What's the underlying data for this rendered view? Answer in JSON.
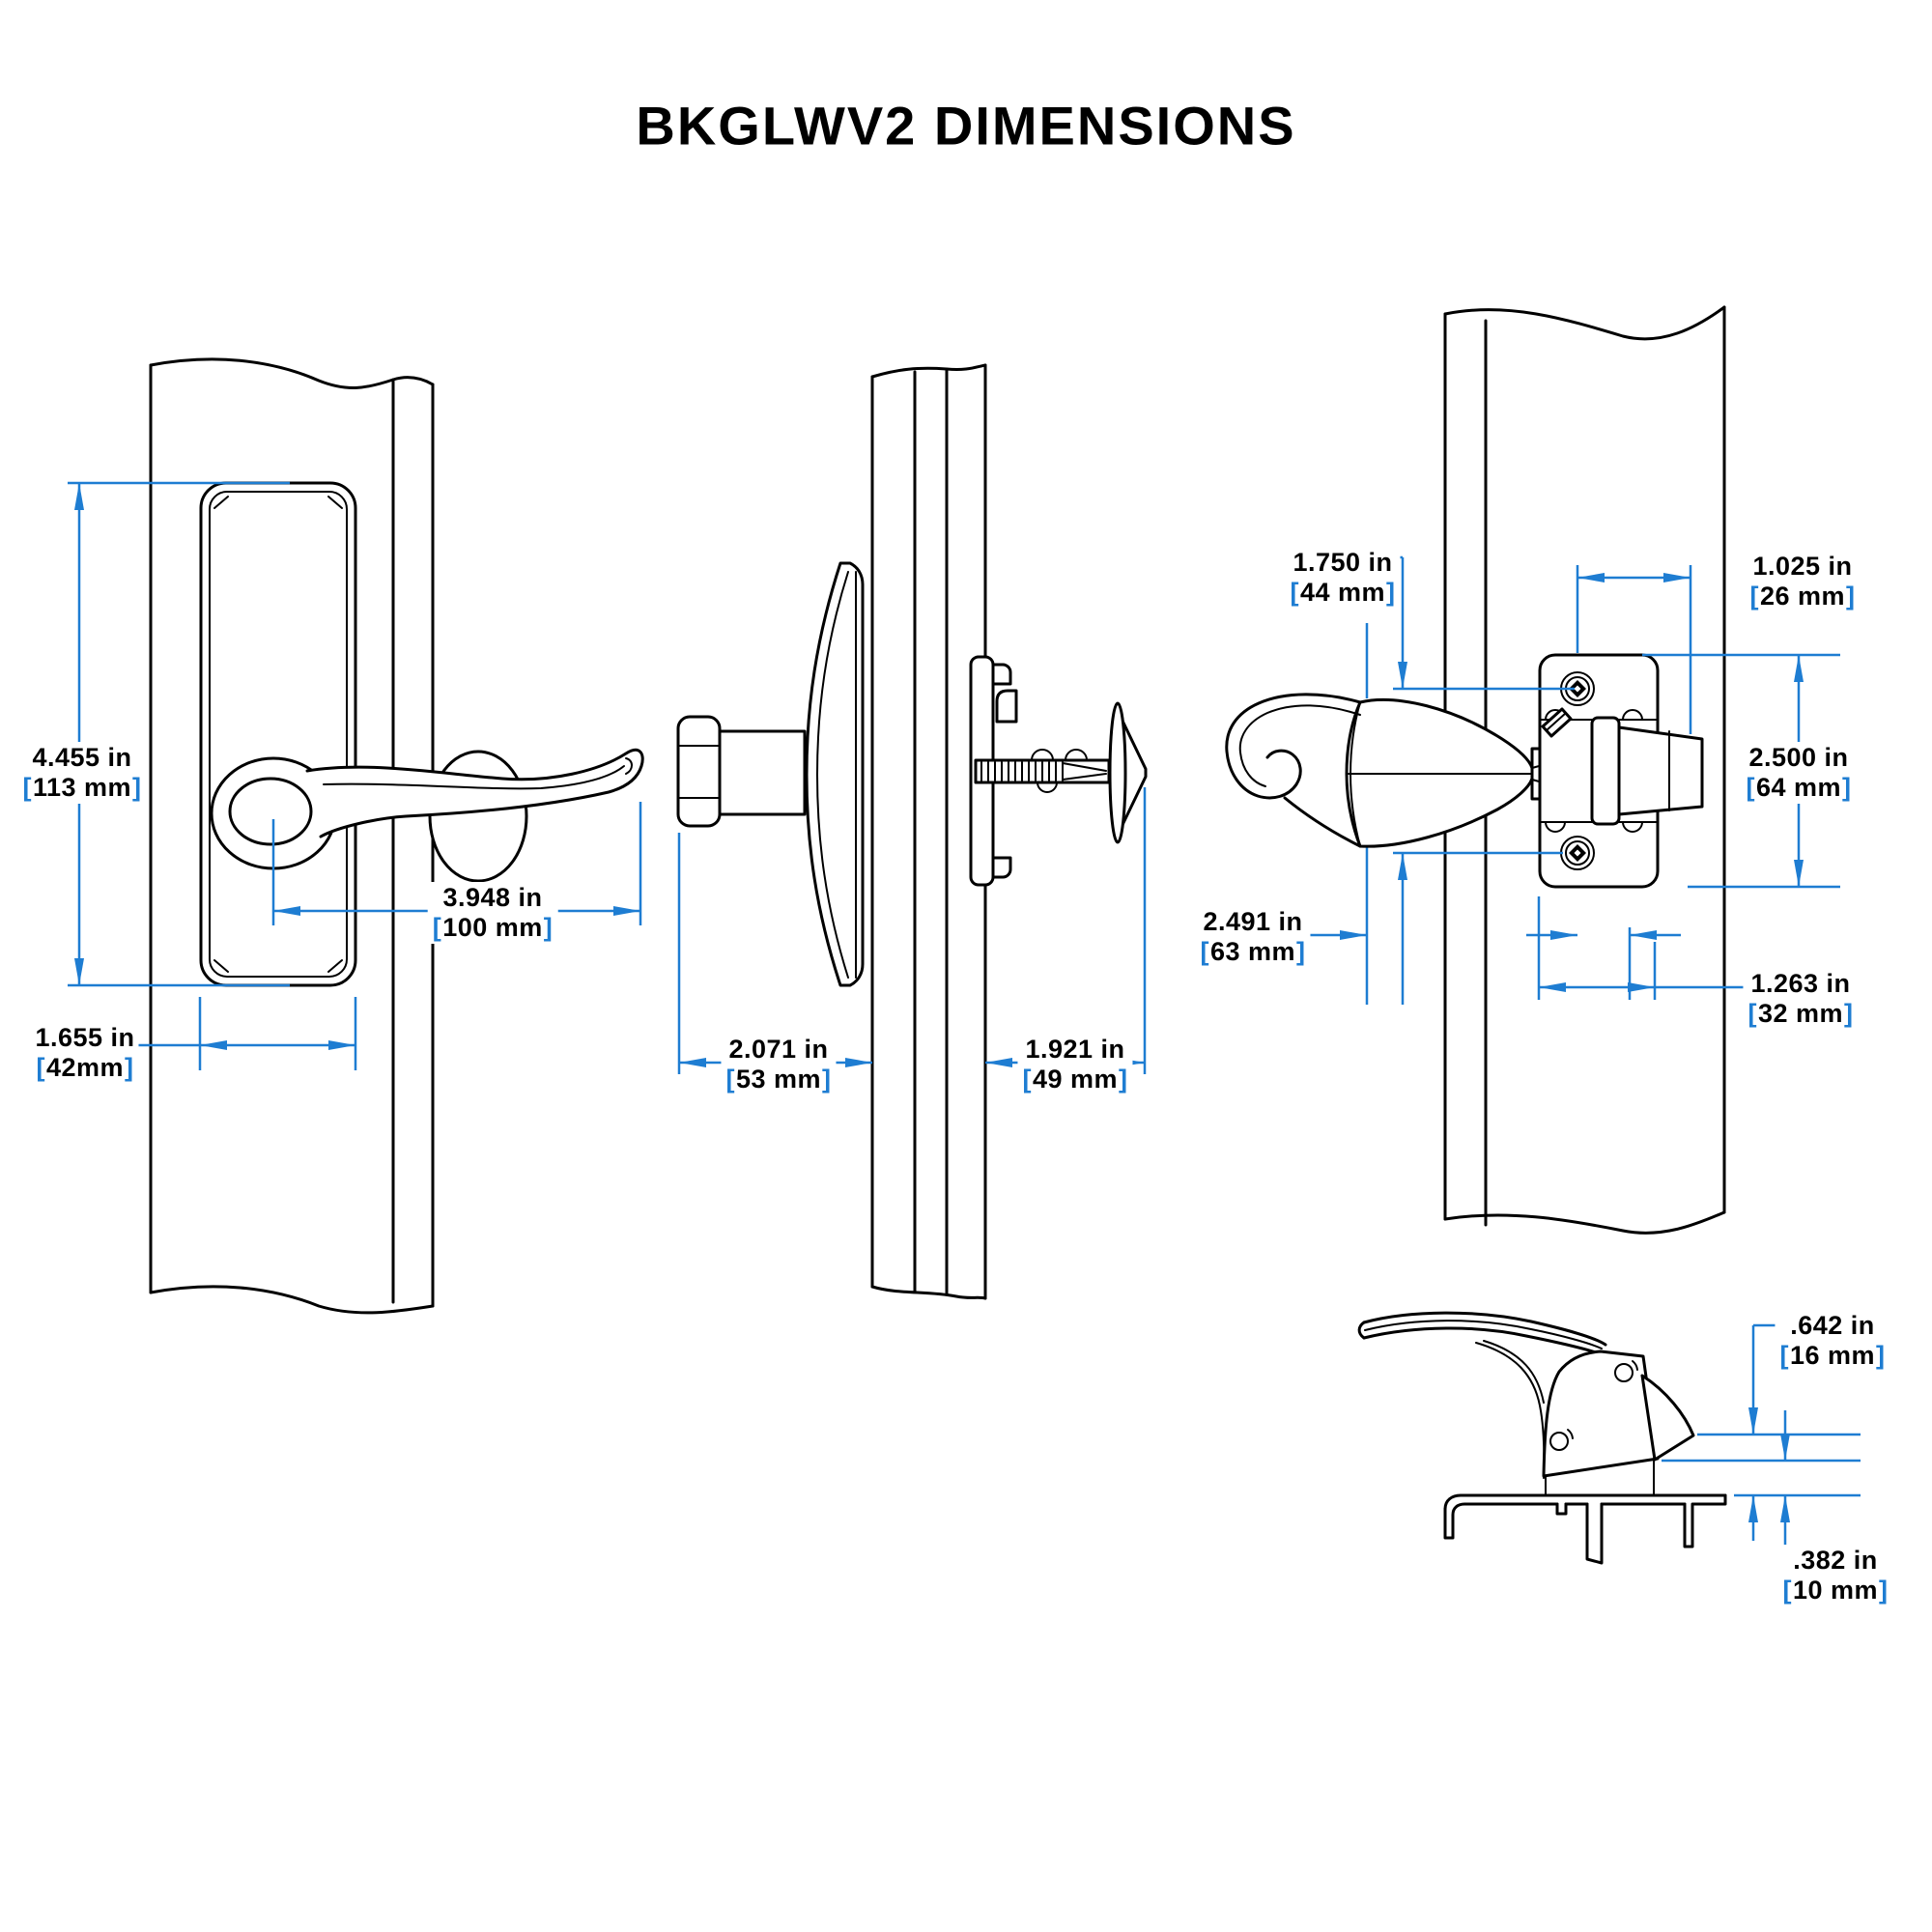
{
  "title": "BKGLWV2 DIMENSIONS",
  "brackets": {
    "open": "[",
    "close": "]"
  },
  "colors": {
    "dimension_blue": "#1E7DD2",
    "line_black": "#000000",
    "background": "#ffffff"
  },
  "views": {
    "front": "front view of lever handle on door",
    "side": "side section view through door with knob and latch spindle",
    "latch": "interior latch bracket side view",
    "detail": "latch mechanism top detail view"
  },
  "dimensions": {
    "front_height": {
      "in": "4.455 in",
      "mm": "113 mm"
    },
    "front_lever_reach": {
      "in": "3.948 in",
      "mm": "100 mm"
    },
    "front_plate_width": {
      "in": "1.655 in",
      "mm": "42mm"
    },
    "side_knob_projection": {
      "in": "2.071 in",
      "mm": "53 mm"
    },
    "side_latch_projection": {
      "in": "1.921 in",
      "mm": "49 mm"
    },
    "screw_spacing": {
      "in": "1.750 in",
      "mm": "44 mm"
    },
    "latch_offset": {
      "in": "1.025 in",
      "mm": "26 mm"
    },
    "bracket_height": {
      "in": "2.500 in",
      "mm": "64 mm"
    },
    "lever_projection": {
      "in": "2.491 in",
      "mm": "63 mm"
    },
    "bracket_width": {
      "in": "1.263 in",
      "mm": "32 mm"
    },
    "latch_tip_height": {
      "in": ".642 in",
      "mm": "16 mm"
    },
    "base_plate_height": {
      "in": ".382 in",
      "mm": "10 mm"
    }
  }
}
